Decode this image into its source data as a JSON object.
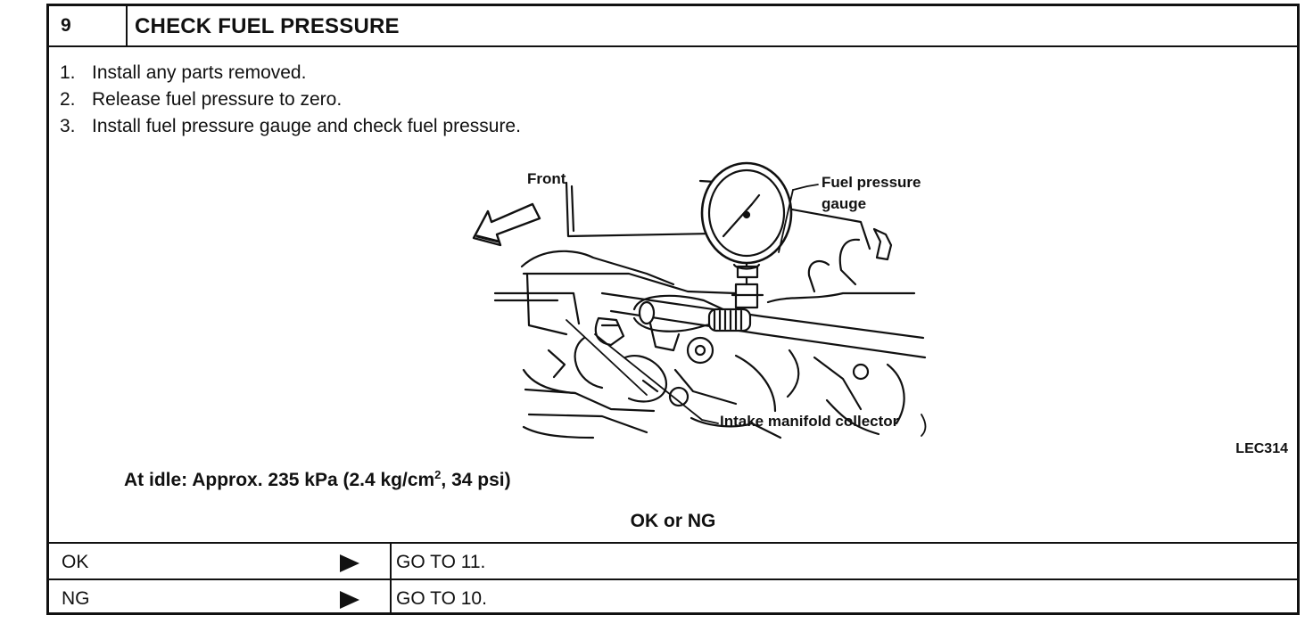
{
  "header": {
    "step_number": "9",
    "title": "CHECK FUEL PRESSURE"
  },
  "procedure": {
    "steps": [
      {
        "num": "1.",
        "text": "Install any parts removed."
      },
      {
        "num": "2.",
        "text": "Release fuel pressure to zero."
      },
      {
        "num": "3.",
        "text": "Install fuel pressure gauge and check fuel pressure."
      }
    ]
  },
  "figure": {
    "label_front": "Front",
    "label_gauge_line1": "Fuel pressure",
    "label_gauge_line2": "gauge",
    "label_collector": "Intake manifold collector",
    "code": "LEC314"
  },
  "spec": {
    "prefix": "At idle: Approx. 235 kPa (2.4 kg/cm",
    "superscript": "2",
    "suffix": ", 34 psi)"
  },
  "decision": {
    "prompt": "OK or NG"
  },
  "results": [
    {
      "label": "OK",
      "action": "GO TO 11."
    },
    {
      "label": "NG",
      "action": "GO TO 10."
    }
  ]
}
